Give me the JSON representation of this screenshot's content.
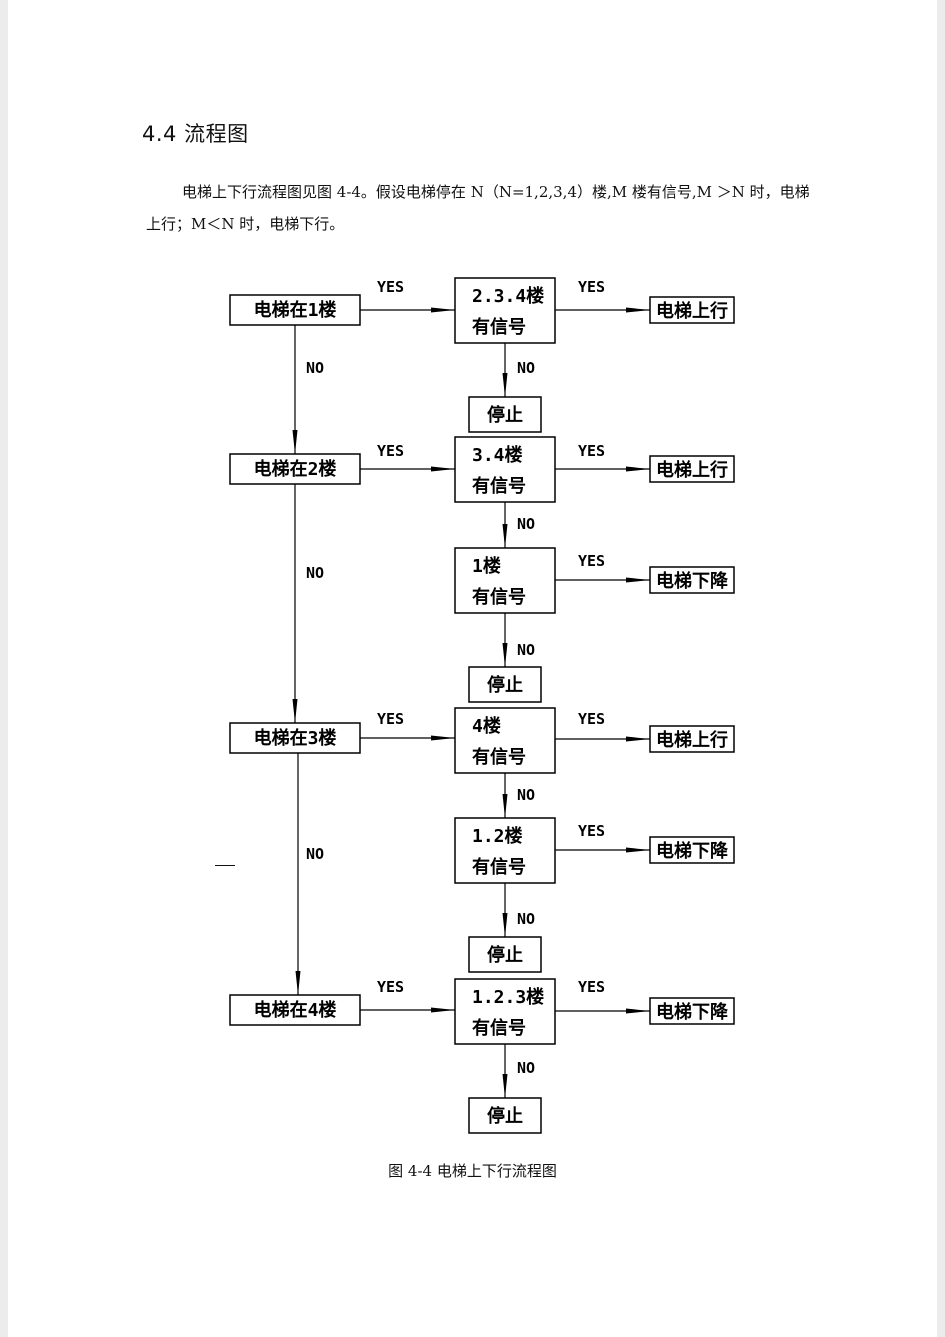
{
  "section_title": "4.4 流程图",
  "intro_text": "电梯上下行流程图见图 4-4。假设电梯停在 N（N=1,2,3,4）楼,M 楼有信号,M ＞N 时，电梯上行；M＜N 时，电梯下行。",
  "flowchart": {
    "floor_nodes": [
      "电梯在1楼",
      "电梯在2楼",
      "电梯在3楼",
      "电梯在4楼"
    ],
    "signal_nodes": [
      [
        "2.3.4楼",
        "有信号"
      ],
      [
        "3.4楼",
        "有信号"
      ],
      [
        "1楼",
        "有信号"
      ],
      [
        "4楼",
        "有信号"
      ],
      [
        "1.2楼",
        "有信号"
      ],
      [
        "1.2.3楼",
        "有信号"
      ]
    ],
    "result_nodes": [
      "电梯上行",
      "电梯上行",
      "电梯下降",
      "电梯上行",
      "电梯下降",
      "电梯下降"
    ],
    "stop_label": "停止",
    "yes_label": "YES",
    "no_label": "NO"
  },
  "figure_caption": "图 4-4  电梯上下行流程图"
}
